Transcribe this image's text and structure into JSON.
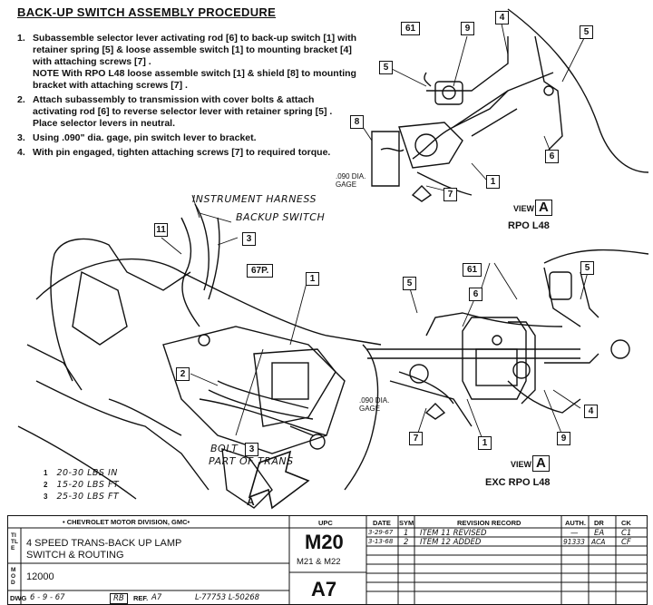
{
  "procedure": {
    "title": "BACK-UP SWITCH ASSEMBLY PROCEDURE",
    "steps": [
      {
        "num": "1.",
        "text": "Subassemble selector lever activating rod [6] to back-up switch [1] with retainer spring [5] & loose assemble switch [1] to mounting bracket [4] with attaching screws [7] .",
        "note": "NOTE  With RPO L48 loose assemble switch [1] & shield [8] to mounting bracket with attaching screws [7] ."
      },
      {
        "num": "2.",
        "text": "Attach subassembly to transmission with cover bolts & attach activating rod [6] to reverse selector lever with retainer spring [5] . Place selector levers in neutral."
      },
      {
        "num": "3.",
        "text": "Using .090\" dia. gage, pin switch lever to bracket."
      },
      {
        "num": "4.",
        "text": "With pin engaged, tighten attaching screws [7] to required torque."
      }
    ]
  },
  "main_view": {
    "instrument_harness": "INSTRUMENT HARNESS",
    "backup_switch": "BACKUP SWITCH",
    "ref_tag": "67P.",
    "bolt_label": "BOLT",
    "bolt_callout": "3",
    "part_of_trans": "PART OF TRANS",
    "view_arrow": "A",
    "callouts": [
      "11",
      "3",
      "1",
      "2"
    ],
    "torques": [
      {
        "callout": "1",
        "text": "20-30 LBS IN"
      },
      {
        "callout": "2",
        "text": "15-20 LBS FT"
      },
      {
        "callout": "3",
        "text": "25-30 LBS FT"
      }
    ]
  },
  "view_top": {
    "tag": "61",
    "callouts": [
      "9",
      "4",
      "5",
      "5",
      "8",
      "6",
      "1",
      "7"
    ],
    "gage": ".090 DIA. GAGE",
    "view_word": "VIEW",
    "view_letter": "A",
    "caption": "RPO L48"
  },
  "view_bottom": {
    "tag": "61",
    "callouts": [
      "5",
      "6",
      "5",
      "4",
      "9",
      "1",
      "7"
    ],
    "gage": ".090 DIA. GAGE",
    "view_word": "VIEW",
    "view_letter": "A",
    "caption": "EXC RPO L48"
  },
  "title_block": {
    "division": "• CHEVROLET MOTOR DIVISION, GMC•",
    "side_title": "TITLE",
    "side_mod": "MOD",
    "title_line1": "4 SPEED TRANS-BACK UP LAMP",
    "title_line2": "SWITCH & ROUTING",
    "model": "12000",
    "upc_header": "UPC",
    "upc_code": "M20",
    "upc_sub": "M21 & M22",
    "section": "A7",
    "dwg_label": "DWG",
    "dwg_date": "6 - 9 - 67",
    "dwg_initials": "RB",
    "ref_label": "REF.",
    "ref_value": "A7",
    "ref_numbers": "L-77753 L-50268",
    "rev_headers": {
      "date": "DATE",
      "sym": "SYM",
      "record": "REVISION RECORD",
      "auth": "AUTH.",
      "dr": "DR",
      "ck": "CK"
    },
    "revisions": [
      {
        "date": "3-29-67",
        "sym": "1",
        "record": "ITEM 11 REVISED",
        "auth": "—",
        "dr": "EA",
        "ck": "C1"
      },
      {
        "date": "3-13-68",
        "sym": "2",
        "record": "ITEM 12 ADDED",
        "auth": "91333",
        "dr": "ACA",
        "ck": "CF"
      }
    ]
  }
}
